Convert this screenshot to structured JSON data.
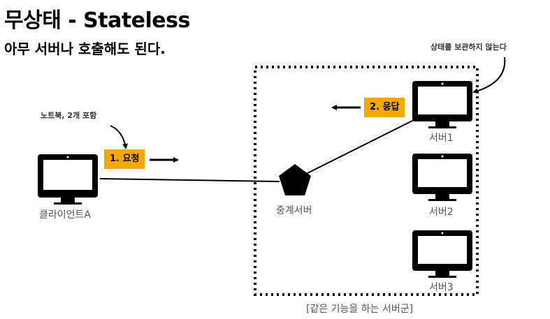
{
  "header": {
    "title": "무상태 - Stateless",
    "subtitle": "아무 서버나 호출해도 된다."
  },
  "client": {
    "label": "클라이언트A",
    "note": "노트북, 2개 포함"
  },
  "proxy": {
    "label": "중계서버"
  },
  "servers": [
    {
      "label": "서버1"
    },
    {
      "label": "서버2"
    },
    {
      "label": "서버3"
    }
  ],
  "request_badge": "1. 요청",
  "response_badge": "2. 응답",
  "server_note": "상태를 보관하지 않는다",
  "group_label": "[같은 기능을 하는 서버군]",
  "colors": {
    "badge": "#f5a800",
    "monitor": "#000000",
    "label": "#555555"
  },
  "icons": [
    "monitor-icon",
    "pentagon-icon",
    "curved-arrow-icon",
    "arrow-icon"
  ]
}
